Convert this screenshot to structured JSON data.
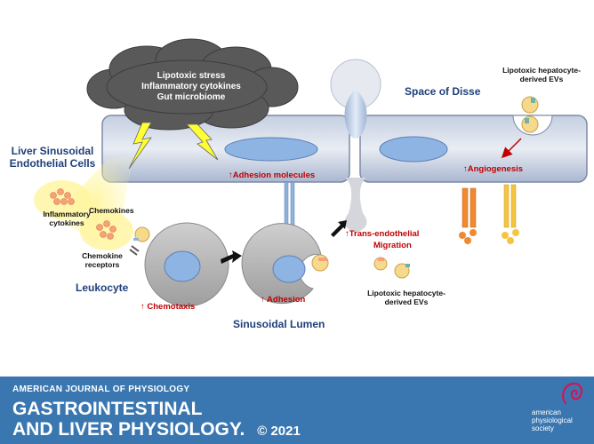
{
  "cloud": {
    "line1": "Lipotoxic stress",
    "line2": "Inflammatory cytokines",
    "line3": "Gut microbiome"
  },
  "labels": {
    "lsec_line1": "Liver Sinusoidal",
    "lsec_line2": "Endothelial Cells",
    "space_of_disse": "Space of  Disse",
    "ev_top_line1": "Lipotoxic hepatocyte-",
    "ev_top_line2": "derived  EVs",
    "adhesion_molecules": "Adhesion molecules",
    "angiogenesis": "Angiogenesis",
    "inflammatory_line1": "Inflammatory",
    "inflammatory_line2": "cytokines",
    "chemokines": "Chemokines",
    "chemokine_receptors_line1": "Chemokine",
    "chemokine_receptors_line2": "receptors",
    "trans_endothelial_line1": "Trans-endothelial",
    "trans_endothelial_line2": "Migration",
    "leukocyte": "Leukocyte",
    "chemotaxis": "Chemotaxis",
    "adhesion": "Adhesion",
    "ev_bottom_line1": "Lipotoxic hepatocyte-",
    "ev_bottom_line2": "derived  EVs",
    "sinusoidal_lumen": "Sinusoidal Lumen",
    "up_arrow": "↑"
  },
  "footer": {
    "journal": "AMERICAN JOURNAL OF PHYSIOLOGY",
    "title_line1": "GASTROINTESTINAL",
    "title_line2": "AND LIVER PHYSIOLOGY.",
    "year": "© 2021",
    "society_line1": "american",
    "society_line2": "physiological",
    "society_line3": "society"
  },
  "colors": {
    "endothelium": "#a9b7d0",
    "nucleus": "#8eb4e3",
    "cloud": "#595959",
    "highlight": "#c00000",
    "footer": "#3a77b0"
  }
}
